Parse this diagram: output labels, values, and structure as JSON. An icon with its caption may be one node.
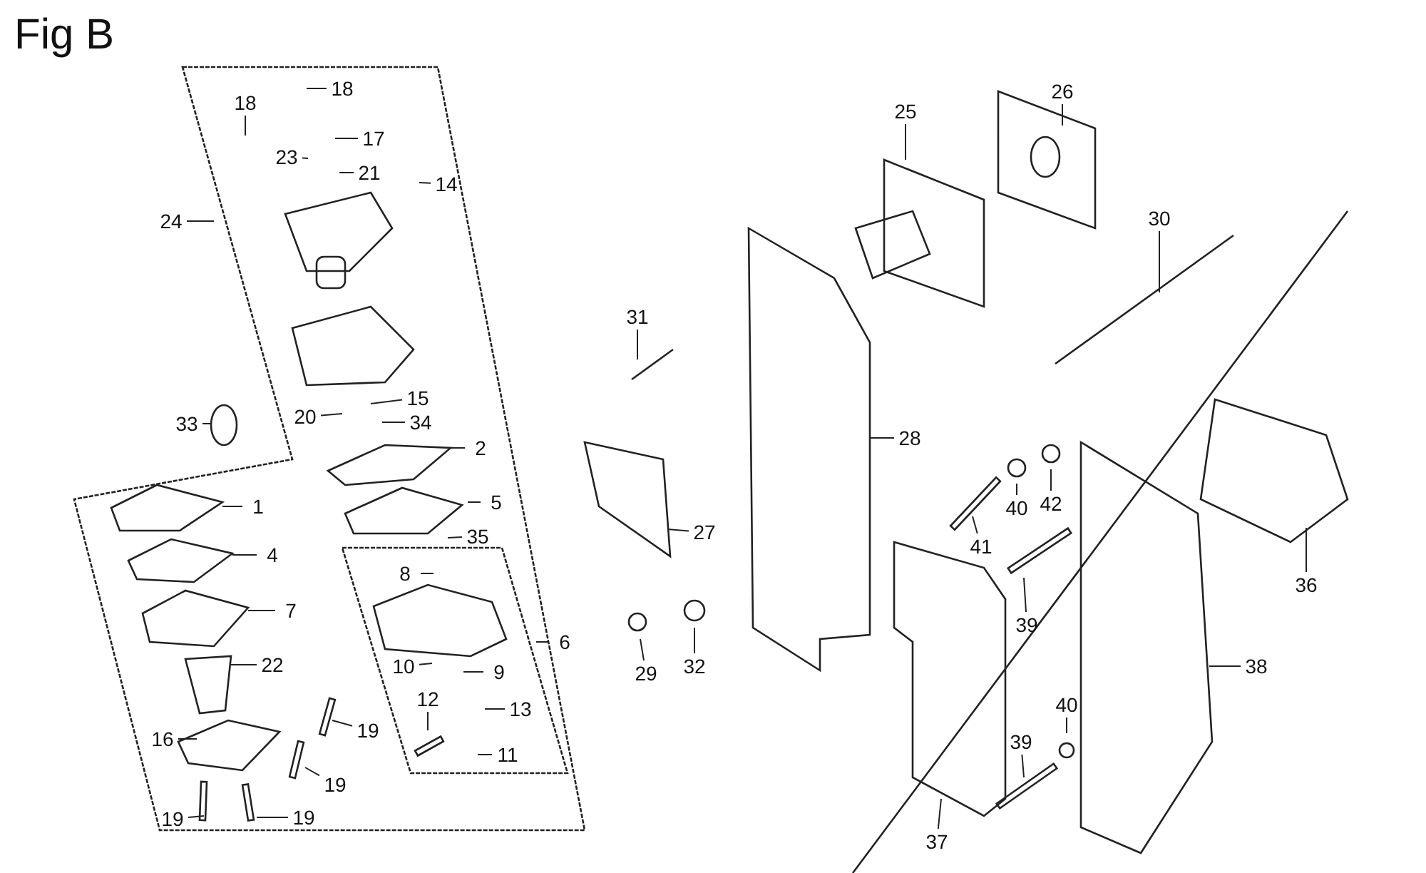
{
  "diagram": {
    "title": "Fig B",
    "nodes": [
      {
        "text": [
          "18"
        ]
      },
      {
        "text": [
          "18"
        ]
      },
      {
        "text": [
          "17"
        ]
      },
      {
        "text": [
          "23"
        ]
      },
      {
        "text": [
          "21"
        ]
      },
      {
        "text": [
          "14"
        ]
      },
      {
        "text": [
          "24"
        ]
      },
      {
        "text": [
          "33"
        ]
      },
      {
        "text": [
          "20"
        ]
      },
      {
        "text": [
          "15"
        ]
      },
      {
        "text": [
          "34"
        ]
      },
      {
        "text": [
          "2"
        ]
      },
      {
        "text": [
          "1"
        ]
      },
      {
        "text": [
          "5"
        ]
      },
      {
        "text": [
          "35"
        ]
      },
      {
        "text": [
          "4"
        ]
      },
      {
        "text": [
          "8"
        ]
      },
      {
        "text": [
          "7"
        ]
      },
      {
        "text": [
          "6"
        ]
      },
      {
        "text": [
          "22"
        ]
      },
      {
        "text": [
          "10"
        ]
      },
      {
        "text": [
          "9"
        ]
      },
      {
        "text": [
          "13"
        ]
      },
      {
        "text": [
          "12"
        ]
      },
      {
        "text": [
          "11"
        ]
      },
      {
        "text": [
          "16"
        ]
      },
      {
        "text": [
          "19"
        ]
      },
      {
        "text": [
          "19"
        ]
      },
      {
        "text": [
          "19"
        ]
      },
      {
        "text": [
          "19"
        ]
      },
      {
        "text": [
          "25"
        ]
      },
      {
        "text": [
          "26"
        ]
      },
      {
        "text": [
          "30"
        ]
      },
      {
        "text": [
          "31"
        ]
      },
      {
        "text": [
          "28"
        ]
      },
      {
        "text": [
          "27"
        ]
      },
      {
        "text": [
          "41"
        ]
      },
      {
        "text": [
          "40"
        ]
      },
      {
        "text": [
          "42"
        ]
      },
      {
        "text": [
          "29"
        ]
      },
      {
        "text": [
          "32"
        ]
      },
      {
        "text": [
          "39"
        ]
      },
      {
        "text": [
          "36"
        ]
      },
      {
        "text": [
          "38"
        ]
      },
      {
        "text": [
          "40"
        ]
      },
      {
        "text": [
          "39"
        ]
      },
      {
        "text": [
          "37"
        ]
      }
    ],
    "edges": [
      {
        "from": 0,
        "to": null,
        "arrow": "none"
      },
      {
        "from": 1,
        "to": null,
        "arrow": "none"
      },
      {
        "from": 2,
        "to": null,
        "arrow": "none"
      },
      {
        "from": 3,
        "to": null,
        "arrow": "none"
      },
      {
        "from": 4,
        "to": null,
        "arrow": "none"
      },
      {
        "from": 5,
        "to": null,
        "arrow": "none"
      },
      {
        "from": 6,
        "to": null,
        "arrow": "none"
      },
      {
        "from": 7,
        "to": null,
        "arrow": "none"
      },
      {
        "from": 8,
        "to": null,
        "arrow": "none"
      },
      {
        "from": 9,
        "to": null,
        "arrow": "none"
      },
      {
        "from": 10,
        "to": null,
        "arrow": "none"
      },
      {
        "from": 11,
        "to": null,
        "arrow": "none"
      },
      {
        "from": 12,
        "to": null,
        "arrow": "none"
      },
      {
        "from": 13,
        "to": null,
        "arrow": "none"
      },
      {
        "from": 14,
        "to": null,
        "arrow": "none"
      },
      {
        "from": 15,
        "to": null,
        "arrow": "none"
      },
      {
        "from": 16,
        "to": null,
        "arrow": "none"
      },
      {
        "from": 17,
        "to": null,
        "arrow": "none"
      },
      {
        "from": 18,
        "to": null,
        "arrow": "none"
      },
      {
        "from": 19,
        "to": null,
        "arrow": "none"
      },
      {
        "from": 20,
        "to": null,
        "arrow": "none"
      },
      {
        "from": 21,
        "to": null,
        "arrow": "none"
      },
      {
        "from": 22,
        "to": null,
        "arrow": "none"
      },
      {
        "from": 23,
        "to": null,
        "arrow": "none"
      },
      {
        "from": 24,
        "to": null,
        "arrow": "none"
      },
      {
        "from": 25,
        "to": null,
        "arrow": "none"
      },
      {
        "from": 26,
        "to": null,
        "arrow": "none"
      },
      {
        "from": 27,
        "to": null,
        "arrow": "none"
      },
      {
        "from": 28,
        "to": null,
        "arrow": "none"
      },
      {
        "from": 29,
        "to": null,
        "arrow": "none"
      },
      {
        "from": 30,
        "to": null,
        "arrow": "none"
      },
      {
        "from": 31,
        "to": null,
        "arrow": "none"
      },
      {
        "from": 32,
        "to": null,
        "arrow": "none"
      },
      {
        "from": 33,
        "to": null,
        "arrow": "none"
      },
      {
        "from": 34,
        "to": null,
        "arrow": "none"
      },
      {
        "from": 35,
        "to": null,
        "arrow": "none"
      },
      {
        "from": 36,
        "to": null,
        "arrow": "none"
      },
      {
        "from": 37,
        "to": null,
        "arrow": "none"
      },
      {
        "from": 38,
        "to": null,
        "arrow": "none"
      },
      {
        "from": 39,
        "to": null,
        "arrow": "none"
      },
      {
        "from": 40,
        "to": null,
        "arrow": "none"
      },
      {
        "from": 41,
        "to": null,
        "arrow": "none"
      },
      {
        "from": 42,
        "to": null,
        "arrow": "none"
      },
      {
        "from": 43,
        "to": null,
        "arrow": "none"
      },
      {
        "from": 44,
        "to": null,
        "arrow": "none"
      },
      {
        "from": 45,
        "to": null,
        "arrow": "none"
      },
      {
        "from": 46,
        "to": null,
        "arrow": "none"
      }
    ]
  }
}
